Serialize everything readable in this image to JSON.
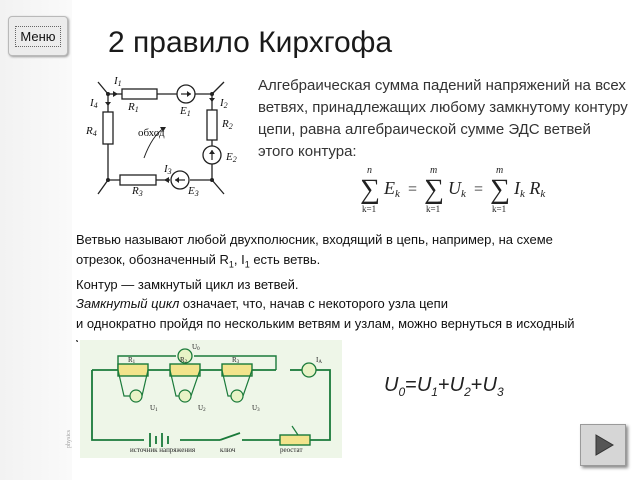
{
  "menu": {
    "label": "Меню"
  },
  "title": "2 правило Кирхгофа",
  "definition": "Алгебраическая сумма падений напряжений на всех ветвях, принадлежащих любому замкнутому контуру цепи, равна алгебраической сумме ЭДС ветвей этого контура:",
  "formula": {
    "sum1_top": "n",
    "sum1_bottom": "k=1",
    "term1": "E",
    "sum2_top": "m",
    "sum2_bottom": "k=1",
    "term2": "U",
    "sum3_top": "m",
    "sum3_bottom": "k=1",
    "term3a": "I",
    "term3b": "R",
    "sub": "k",
    "eq": "="
  },
  "diagram1": {
    "labels": {
      "I1": "I",
      "I1s": "1",
      "I2": "I",
      "I2s": "2",
      "I3": "I",
      "I3s": "3",
      "I4": "I",
      "I4s": "4",
      "R1": "R",
      "R1s": "1",
      "R2": "R",
      "R2s": "2",
      "R3": "R",
      "R3s": "3",
      "R4": "R",
      "R4s": "4",
      "E1": "E",
      "E1s": "1",
      "E2": "E",
      "E2s": "2",
      "E3": "E",
      "E3s": "3",
      "bypass": "обход"
    }
  },
  "body": {
    "p1_a": "Ветвью называют любой двухполюсник, входящий в цепь, например, на схеме отрезок, обозначенный R",
    "p1_sub1": "1",
    "p1_b": ", I",
    "p1_sub2": "1",
    "p1_c": " есть ветвь.",
    "p2": "Контур — замкнутый цикл из ветвей.",
    "p3_italic": "Замкнутый цикл",
    "p3_rest": " означает, что, начав с некоторого узла цепи",
    "p4": "и однократно пройдя по нескольким ветвям и узлам, можно вернуться в исходный узел."
  },
  "diagram2": {
    "labels": {
      "u0": "U",
      "u0s": "0",
      "r1": "R",
      "r1s": "1",
      "r2": "R",
      "r2s": "2",
      "r3": "R",
      "r3s": "3",
      "u1": "U",
      "u1s": "1",
      "u2": "U",
      "u2s": "2",
      "u3": "U",
      "u3s": "3",
      "ia": "I",
      "ias": "A",
      "source": "источник напряжения",
      "key": "ключ",
      "rheostat": "реостат"
    }
  },
  "uformula": {
    "u0": "U",
    "s0": "0",
    "eq": "=",
    "u1": "U",
    "s1": "1",
    "p1": "+",
    "u2": "U",
    "s2": "2",
    "p2": "+",
    "u3": "U",
    "s3": "3"
  },
  "side_label": "physics",
  "next": {
    "icon": "play-next-icon"
  }
}
